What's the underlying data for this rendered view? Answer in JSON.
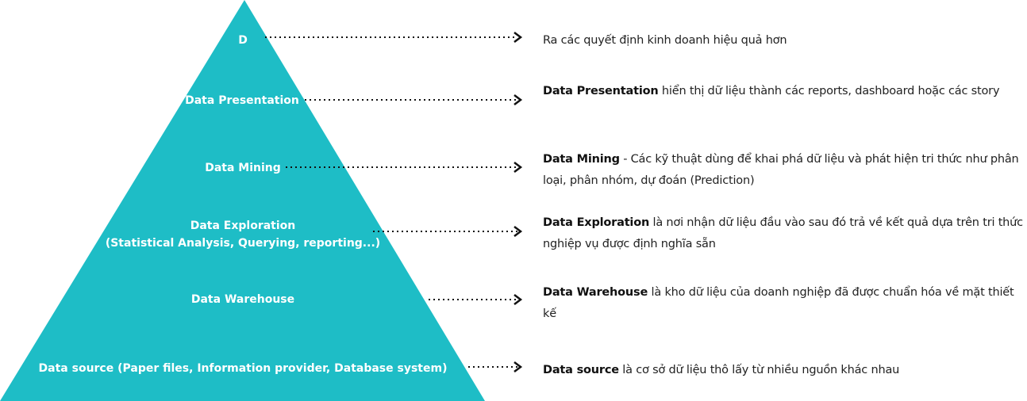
{
  "colors": {
    "pyramid": "#1ebdc6",
    "arrow": "#111111",
    "label": "#ffffff"
  },
  "tiers": [
    {
      "label": "D",
      "label2": "",
      "desc_bold": "",
      "desc_rest": "Ra các quyết định kinh doanh hiệu quả hơn"
    },
    {
      "label": "Data Presentation",
      "label2": "",
      "desc_bold": "Data Presentation",
      "desc_rest": " hiển thị dữ liệu thành các reports, dashboard hoặc các story"
    },
    {
      "label": "Data Mining",
      "label2": "",
      "desc_bold": "Data Mining",
      "desc_rest": " - Các kỹ thuật dùng để khai phá dữ liệu và phát hiện tri thức như phân loại, phân nhóm, dự đoán (Prediction)"
    },
    {
      "label": "Data Exploration",
      "label2": "(Statistical Analysis, Querying, reporting...)",
      "desc_bold": "Data Exploration",
      "desc_rest": " là nơi nhận dữ liệu đầu vào sau đó trả về kết quả dựa trên tri thức nghiệp vụ được định nghĩa sẵn"
    },
    {
      "label": "Data Warehouse",
      "label2": "",
      "desc_bold": "Data Warehouse",
      "desc_rest": " là kho dữ liệu của doanh nghiệp đã được chuẩn hóa về mặt thiết kế"
    },
    {
      "label": "Data source (Paper files, Information provider, Database system)",
      "label2": "",
      "desc_bold": "Data source",
      "desc_rest": " là cơ sở dữ liệu thô lấy từ nhiều nguồn khác nhau"
    }
  ]
}
